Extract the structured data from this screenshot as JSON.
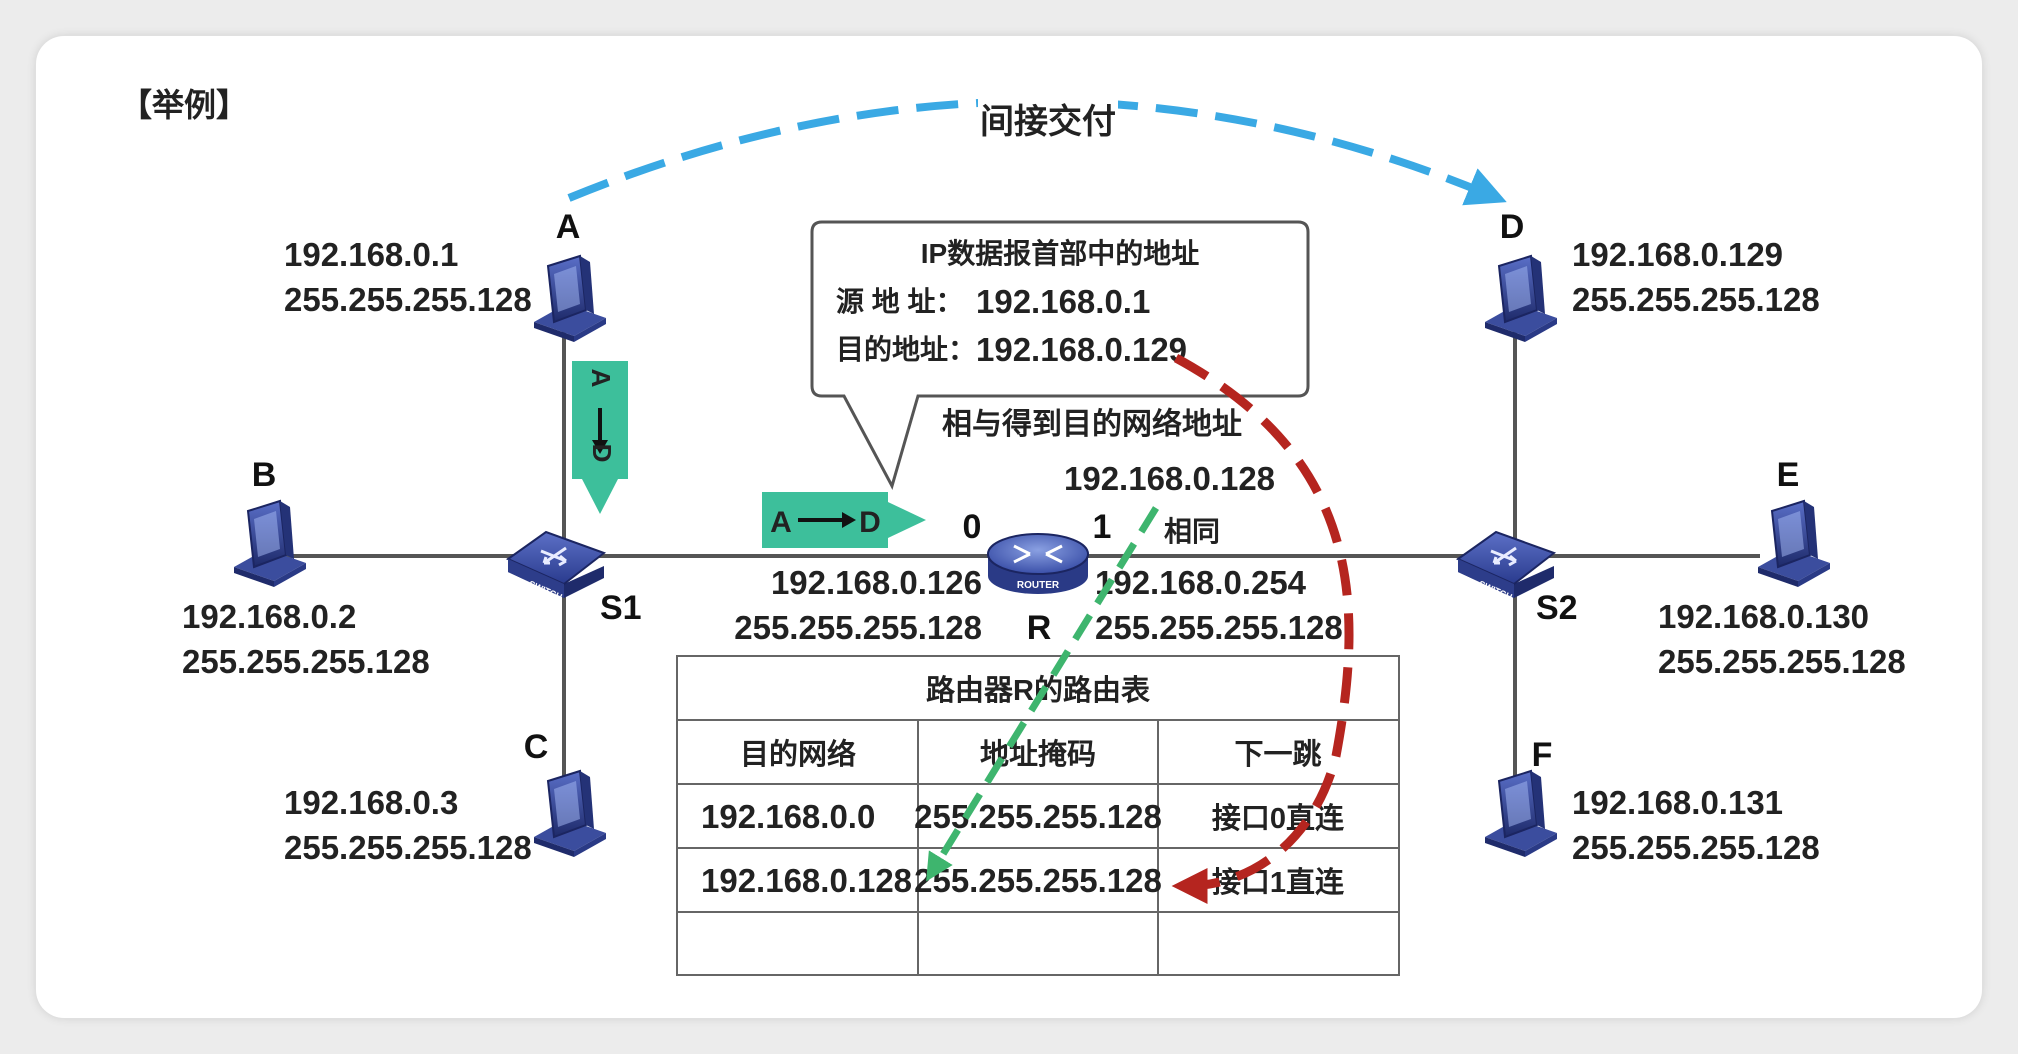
{
  "title": "【举例】",
  "indirect_label": "间接交付",
  "hosts": {
    "A": {
      "label": "A",
      "ip": "192.168.0.1",
      "mask": "255.255.255.128"
    },
    "B": {
      "label": "B",
      "ip": "192.168.0.2",
      "mask": "255.255.255.128"
    },
    "C": {
      "label": "C",
      "ip": "192.168.0.3",
      "mask": "255.255.255.128"
    },
    "D": {
      "label": "D",
      "ip": "192.168.0.129",
      "mask": "255.255.255.128"
    },
    "E": {
      "label": "E",
      "ip": "192.168.0.130",
      "mask": "255.255.255.128"
    },
    "F": {
      "label": "F",
      "ip": "192.168.0.131",
      "mask": "255.255.255.128"
    }
  },
  "switches": {
    "S1": {
      "label": "S1",
      "text": "SWITCH"
    },
    "S2": {
      "label": "S2",
      "text": "SWITCH"
    }
  },
  "router": {
    "label": "R",
    "text": "ROUTER",
    "port0": {
      "num": "0",
      "ip": "192.168.0.126",
      "mask": "255.255.255.128"
    },
    "port1": {
      "num": "1",
      "ip": "192.168.0.254",
      "mask": "255.255.255.128"
    }
  },
  "packet_arrows": {
    "vertical": {
      "from": "A",
      "to": "D"
    },
    "horizontal": {
      "from": "A",
      "to": "D"
    }
  },
  "callout": {
    "title": "IP数据报首部中的地址",
    "src_label": "源 地 址：",
    "src_value": "192.168.0.1",
    "dst_label": "目的地址：",
    "dst_value": "192.168.0.129"
  },
  "and_result": {
    "label": "相与得到目的网络地址",
    "value": "192.168.0.128",
    "same": "相同"
  },
  "routing_table": {
    "title": "路由器R的路由表",
    "headers": [
      "目的网络",
      "地址掩码",
      "下一跳"
    ],
    "rows": [
      [
        "192.168.0.0",
        "255.255.255.128",
        "接口0直连"
      ],
      [
        "192.168.0.128",
        "255.255.255.128",
        "接口1直连"
      ],
      [
        "",
        "",
        ""
      ]
    ]
  },
  "colors": {
    "blue_dash": "#3aa9e4",
    "red_dash": "#b5251f",
    "green_dash": "#3eb56e",
    "teal_arrow": "#3dbf9b",
    "device": "#2c3f8f",
    "line": "#555555"
  }
}
